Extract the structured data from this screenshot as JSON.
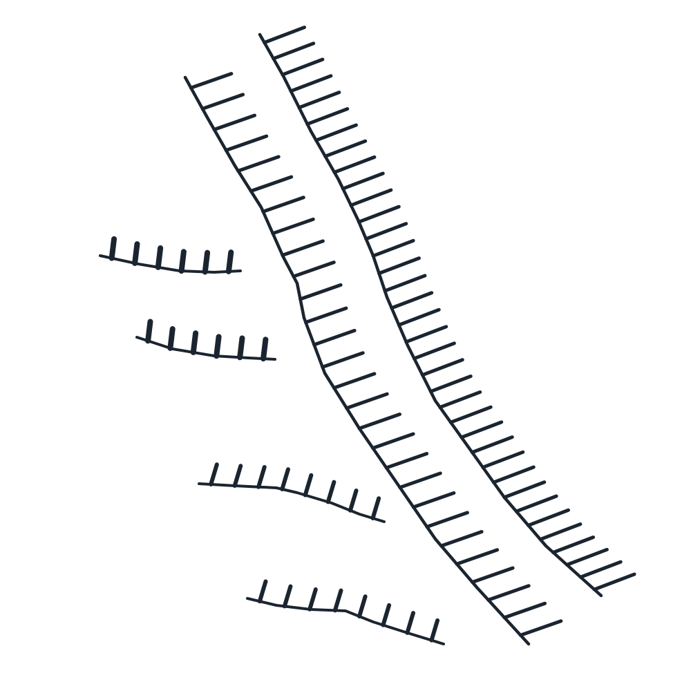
{
  "drawing": {
    "ink_color": "#1b2530",
    "background": "#ffffff",
    "strokes": [
      {
        "name": "long-hatched-line-left",
        "tick_count": 28
      },
      {
        "name": "long-hatched-line-right",
        "tick_count": 36
      },
      {
        "name": "short-hatched-line-1",
        "tick_count": 6
      },
      {
        "name": "short-hatched-line-2",
        "tick_count": 6
      },
      {
        "name": "short-hatched-line-3",
        "tick_count": 8
      },
      {
        "name": "short-hatched-line-4",
        "tick_count": 8
      }
    ]
  }
}
